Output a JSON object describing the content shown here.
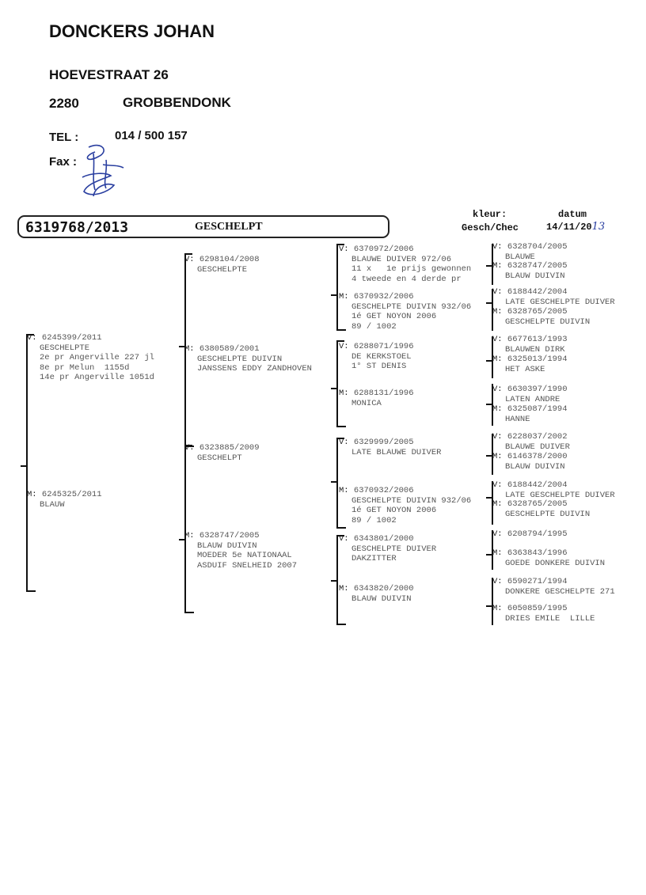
{
  "owner": {
    "name": "DONCKERS JOHAN",
    "street": "HOEVESTRAAT 26",
    "postcode": "2280",
    "city": "GROBBENDONK",
    "tel_label": "TEL :",
    "tel": "014 / 500 157",
    "fax_label": "Fax :"
  },
  "bird": {
    "ring": "6319768/2013",
    "color": "GESCHELPT",
    "kleur_label": "kleur:",
    "kleur": "Gesch/Chec",
    "datum_label": "datum",
    "datum": "14/11/20",
    "datum_handwritten": "13"
  },
  "pedigree": {
    "gen1": [
      {
        "label": "V:",
        "ring": "6245399/2011",
        "lines": [
          "GESCHELPTE",
          "2e pr Angerville 227 jl",
          "8e pr Melun  1155d",
          "14e pr Angerville 1051d"
        ]
      },
      {
        "label": "M:",
        "ring": "6245325/2011",
        "lines": [
          "BLAUW"
        ]
      }
    ],
    "gen2": [
      {
        "label": "V:",
        "ring": "6298104/2008",
        "lines": [
          "GESCHELPTE"
        ]
      },
      {
        "label": "M:",
        "ring": "6380589/2001",
        "lines": [
          "GESCHELPTE DUIVIN",
          "JANSSENS EDDY ZANDHOVEN"
        ]
      },
      {
        "label": "V:",
        "ring": "6323885/2009",
        "lines": [
          "GESCHELPT"
        ]
      },
      {
        "label": "M:",
        "ring": "6328747/2005",
        "lines": [
          "BLAUW DUIVIN",
          "MOEDER 5e NATIONAAL",
          "ASDUIF SNELHEID 2007"
        ]
      }
    ],
    "gen3": [
      {
        "label": "V:",
        "ring": "6370972/2006",
        "lines": [
          "BLAUWE DUIVER 972/06",
          "11 x   1e prijs gewonnen",
          "4 tweede en 4 derde pr"
        ]
      },
      {
        "label": "M:",
        "ring": "6370932/2006",
        "lines": [
          "GESCHELPTE DUIVIN 932/06",
          "1é GET NOYON 2006",
          "89 / 1002"
        ]
      },
      {
        "label": "V:",
        "ring": "6288071/1996",
        "lines": [
          "DE KERKSTOEL",
          "1° ST DENIS"
        ]
      },
      {
        "label": "M:",
        "ring": "6288131/1996",
        "lines": [
          "MONICA"
        ]
      },
      {
        "label": "V:",
        "ring": "6329999/2005",
        "lines": [
          "LATE BLAUWE DUIVER"
        ]
      },
      {
        "label": "M:",
        "ring": "6370932/2006",
        "lines": [
          "GESCHELPTE DUIVIN 932/06",
          "1é GET NOYON 2006",
          "89 / 1002"
        ]
      },
      {
        "label": "V:",
        "ring": "6343801/2000",
        "lines": [
          "GESCHELPTE DUIVER",
          "DAKZITTER"
        ]
      },
      {
        "label": "M:",
        "ring": "6343820/2000",
        "lines": [
          "BLAUW DUIVIN"
        ]
      }
    ],
    "gen4": [
      {
        "label": "V:",
        "ring": "6328704/2005",
        "lines": [
          "BLAUWE"
        ]
      },
      {
        "label": "M:",
        "ring": "6328747/2005",
        "lines": [
          "BLAUW DUIVIN"
        ]
      },
      {
        "label": "V:",
        "ring": "6188442/2004",
        "lines": [
          "LATE GESCHELPTE DUIVER"
        ]
      },
      {
        "label": "M:",
        "ring": "6328765/2005",
        "lines": [
          "GESCHELPTE DUIVIN"
        ]
      },
      {
        "label": "V:",
        "ring": "6677613/1993",
        "lines": [
          "BLAUWEN DIRK"
        ]
      },
      {
        "label": "M:",
        "ring": "6325013/1994",
        "lines": [
          "HET ASKE"
        ]
      },
      {
        "label": "V:",
        "ring": "6630397/1990",
        "lines": [
          "LATEN ANDRE"
        ]
      },
      {
        "label": "M:",
        "ring": "6325087/1994",
        "lines": [
          "HANNE"
        ]
      },
      {
        "label": "V:",
        "ring": "6228037/2002",
        "lines": [
          "BLAUWE DUIVER"
        ]
      },
      {
        "label": "M:",
        "ring": "6146378/2000",
        "lines": [
          "BLAUW DUIVIN"
        ]
      },
      {
        "label": "V:",
        "ring": "6188442/2004",
        "lines": [
          "LATE GESCHELPTE DUIVER"
        ]
      },
      {
        "label": "M:",
        "ring": "6328765/2005",
        "lines": [
          "GESCHELPTE DUIVIN"
        ]
      },
      {
        "label": "V:",
        "ring": "6208794/1995",
        "lines": []
      },
      {
        "label": "M:",
        "ring": "6363843/1996",
        "lines": [
          "GOEDE DONKERE DUIVIN"
        ]
      },
      {
        "label": "V:",
        "ring": "6590271/1994",
        "lines": [
          "DONKERE GESCHELPTE 271"
        ]
      },
      {
        "label": "M:",
        "ring": "6050859/1995",
        "lines": [
          "DRIES EMILE  LILLE"
        ]
      }
    ]
  },
  "colors": {
    "ink": "#111111",
    "text_grey": "#555555",
    "signature_blue": "#2a3fa0"
  }
}
